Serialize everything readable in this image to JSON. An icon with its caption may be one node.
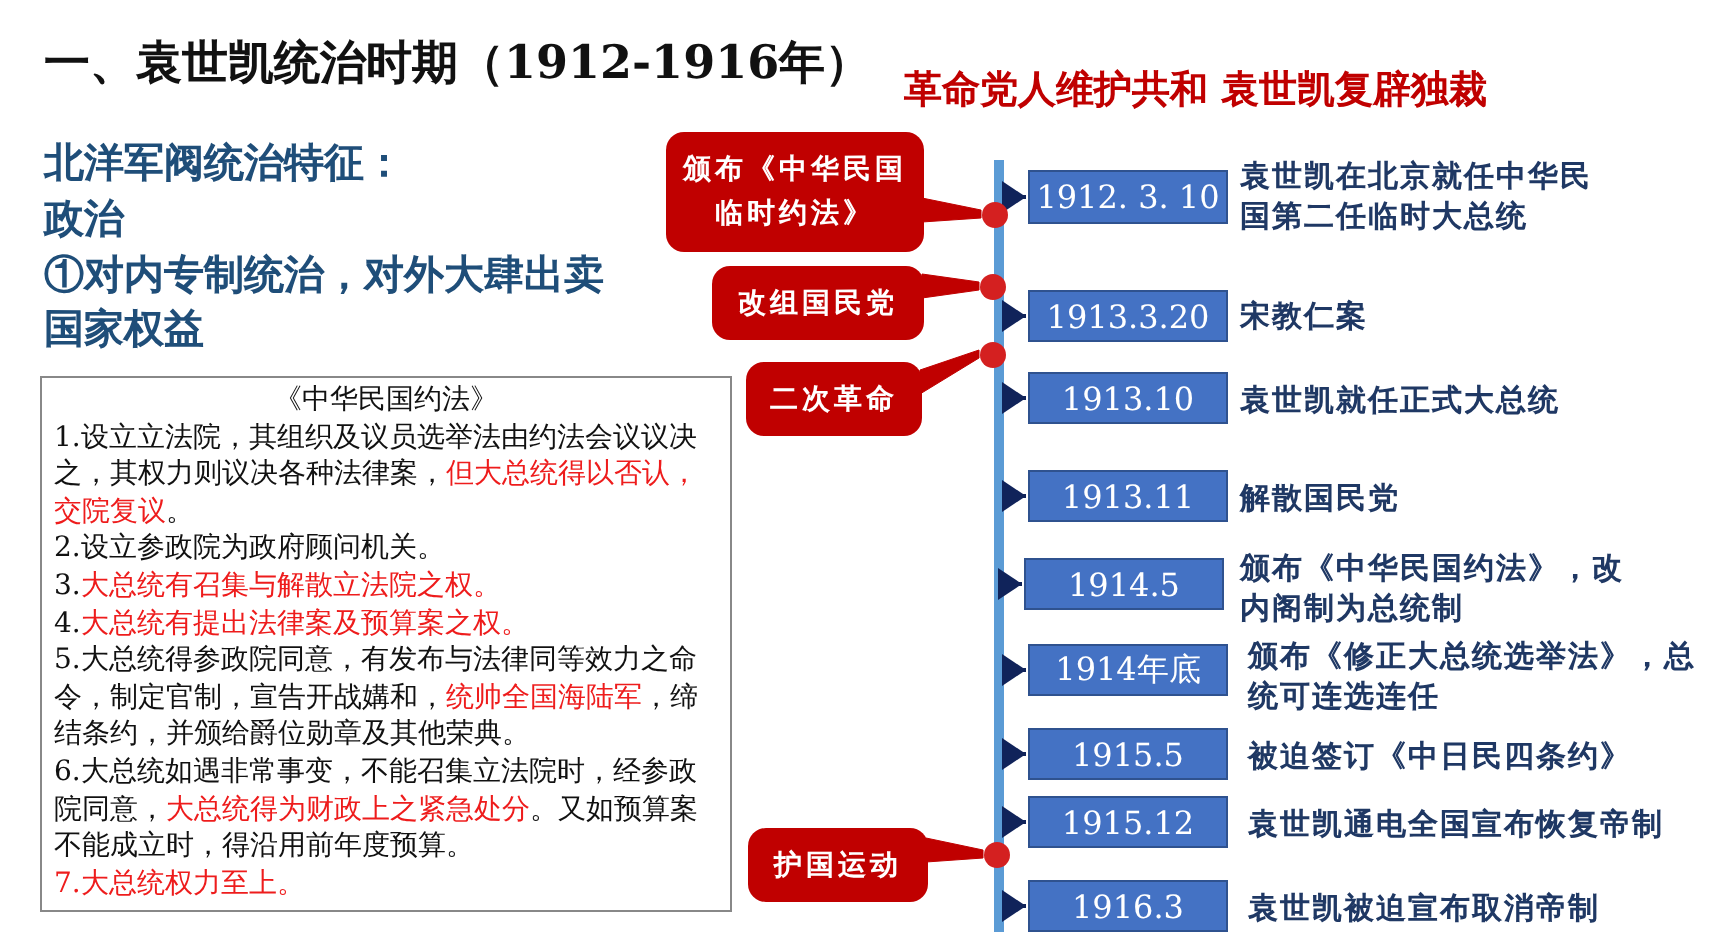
{
  "diagram": {
    "title": "一、袁世凯统治时期（1912-1916年）",
    "nodes": [
      {
        "text": [
          "1912. 3. 10"
        ],
        "beside": [
          "袁世凯在北京就任中华民国第二任临时大总统"
        ]
      },
      {
        "text": [
          "1913.3.20"
        ],
        "beside": [
          "宋教仁案"
        ]
      },
      {
        "text": [
          "1913.10"
        ],
        "beside": [
          "袁世凯就任正式大总统"
        ]
      },
      {
        "text": [
          "1913.11"
        ],
        "beside": [
          "解散国民党"
        ]
      },
      {
        "text": [
          "1914.5"
        ],
        "beside": [
          "颁布《中华民国约法》，改内阁制为总统制"
        ]
      },
      {
        "text": [
          "1914年底"
        ],
        "beside": [
          "颁布《修正大总统选举法》，总统可连选连任"
        ]
      },
      {
        "text": [
          "1915.5"
        ],
        "beside": [
          "被迫签订《中日民四条约》"
        ]
      },
      {
        "text": [
          "1915.12"
        ],
        "beside": [
          "袁世凯通电全国宣布恢复帝制"
        ]
      },
      {
        "text": [
          "1916.3"
        ],
        "beside": [
          "袁世凯被迫宣布取消帝制"
        ]
      },
      {
        "text": [
          "《中华民国约法》",
          "1.设立立法院，其组织及议员选举法由约法会议议决之，其权力则议决各种法律案，*但大总统得以否认，交院复议*。",
          "2.设立参政院为政府顾问机关。",
          "3.*大总统有召集与解散立法院之权。*",
          "4.*大总统有提出法律案及预算案之权。*",
          "5.大总统得参政院同意，有发布与法律同等效力之命令，制定官制，宣告开战媾和，*统帅全国海陆军*，缔结条约，并颁给爵位勋章及其他荣典。",
          "6.大总统如遇非常事变，不能召集立法院时，经参政院同意，*大总统得为财政上之紧急处分*。又如预算案不能成立时，得沿用前年度预算。",
          "7.大总统权力至上。"
        ]
      },
      {
        "text": [
          "颁布《中华民国临时约法》"
        ]
      },
      {
        "text": [
          "改组国民党"
        ]
      },
      {
        "text": [
          "二次革命"
        ]
      },
      {
        "text": [
          "护国运动"
        ]
      },
      {
        "text": [],
        "shape": "circle"
      },
      {
        "text": [],
        "shape": "circle"
      },
      {
        "text": [],
        "shape": "circle"
      },
      {
        "text": [],
        "shape": "circle"
      },
      {
        "text": [],
        "shape": "bar"
      }
    ],
    "edges": [
      {
        "from": 10,
        "to": 14,
        "arrow": "none"
      },
      {
        "from": 11,
        "to": 15,
        "arrow": "none"
      },
      {
        "from": 12,
        "to": 16,
        "arrow": "none"
      },
      {
        "from": 13,
        "to": 17,
        "arrow": "none"
      },
      {
        "from": 18,
        "to": 0,
        "arrow": "to"
      },
      {
        "from": 18,
        "to": 1,
        "arrow": "to"
      },
      {
        "from": 18,
        "to": 2,
        "arrow": "to"
      },
      {
        "from": 18,
        "to": 3,
        "arrow": "to"
      },
      {
        "from": 18,
        "to": 4,
        "arrow": "to"
      },
      {
        "from": 18,
        "to": 5,
        "arrow": "to"
      },
      {
        "from": 18,
        "to": 6,
        "arrow": "to"
      },
      {
        "from": 18,
        "to": 7,
        "arrow": "to"
      },
      {
        "from": 18,
        "to": 8,
        "arrow": "to"
      }
    ],
    "labels": [
      "革命党人维护共和 袁世凯复辟独裁",
      "北洋军阀统治特征：",
      "政治",
      "①对内专制统治，对外大肆出卖国家权益"
    ]
  }
}
